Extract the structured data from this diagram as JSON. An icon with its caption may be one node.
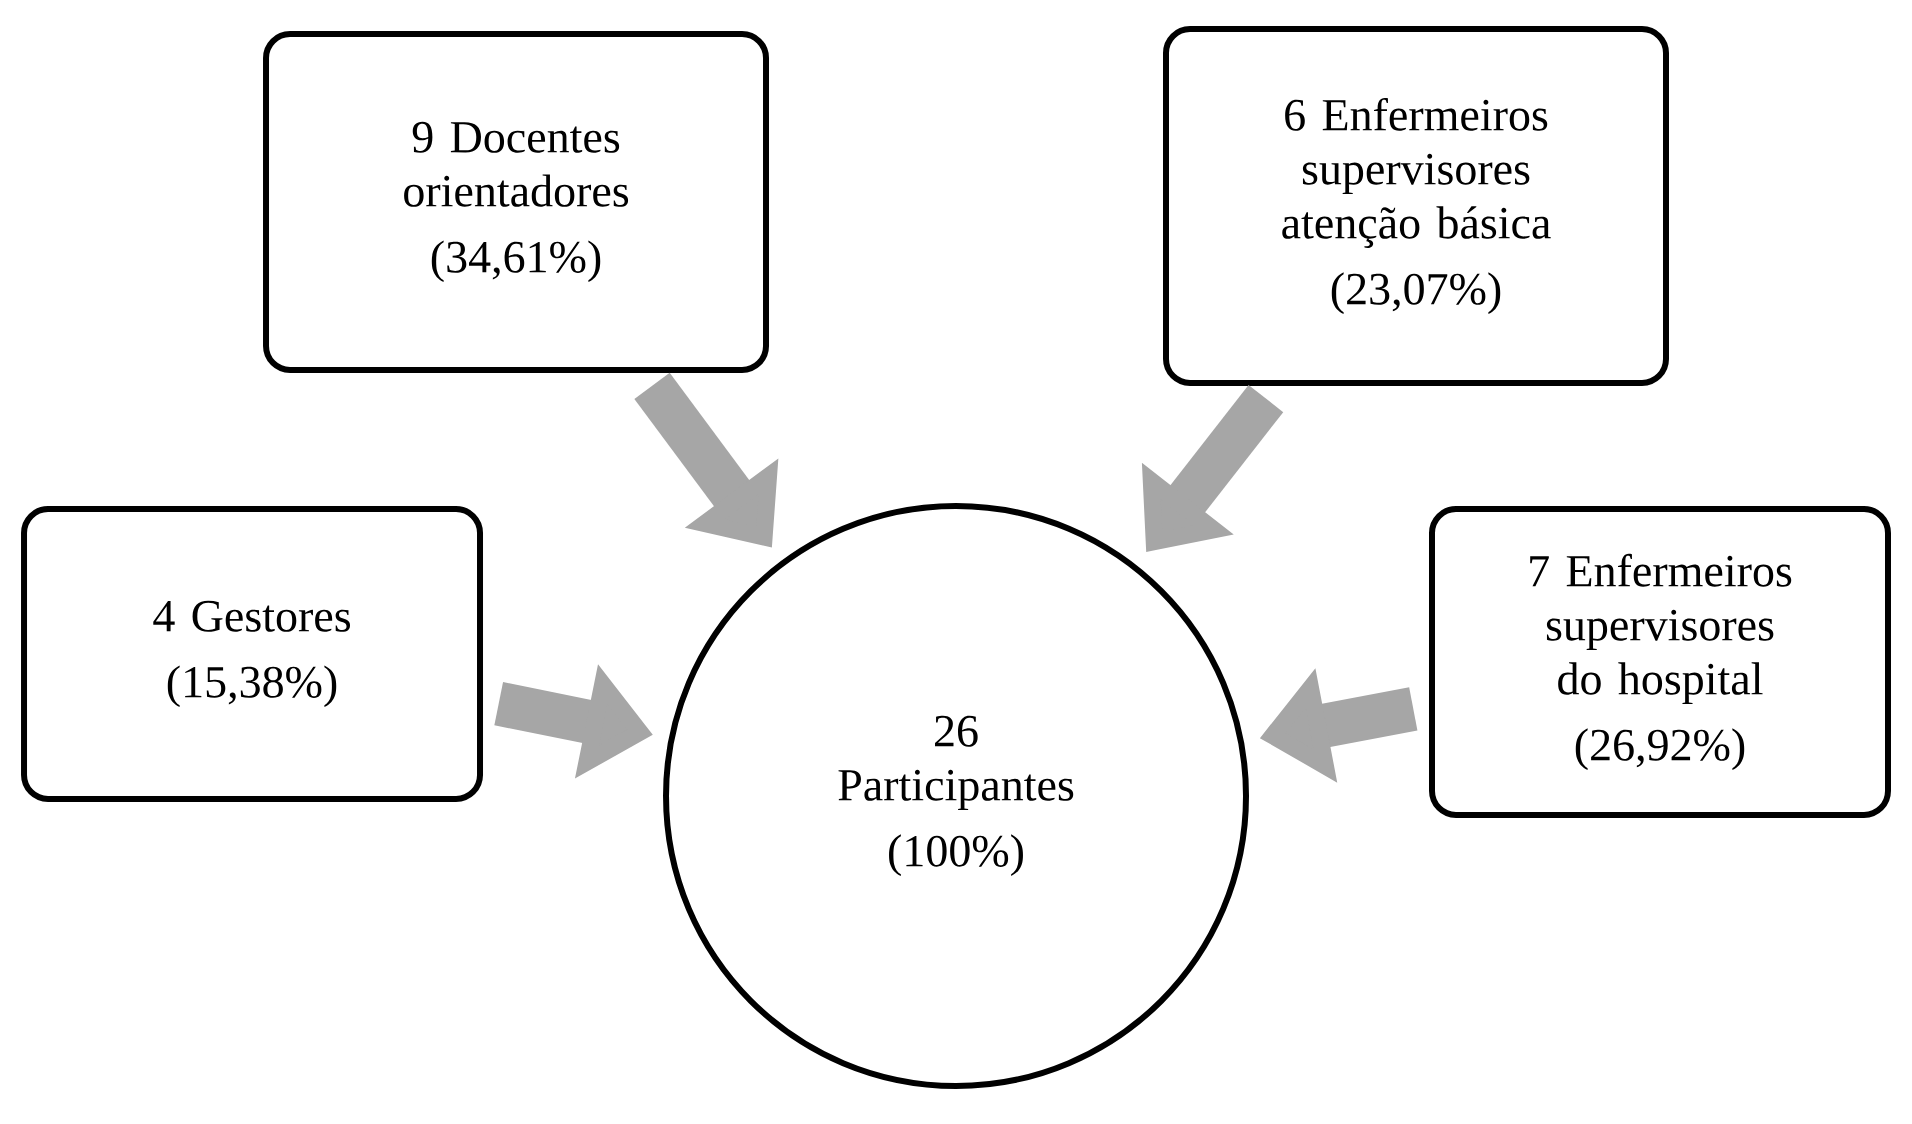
{
  "diagram": {
    "nodes": [
      {
        "text": [
          "9 Docentes orientadores",
          "(34,61%)"
        ]
      },
      {
        "text": [
          "6 Enfermeiros supervisores atenção básica",
          "(23,07%)"
        ]
      },
      {
        "text": [
          "4 Gestores",
          "(15,38%)"
        ]
      },
      {
        "text": [
          "7 Enfermeiros supervisores do hospital",
          "(26,92%)"
        ]
      },
      {
        "text": [
          "26 Participantes",
          "(100%)"
        ]
      }
    ],
    "edges": [
      {
        "from": 0,
        "to": 4,
        "arrow": "to"
      },
      {
        "from": 1,
        "to": 4,
        "arrow": "to"
      },
      {
        "from": 2,
        "to": 4,
        "arrow": "to"
      },
      {
        "from": 3,
        "to": 4,
        "arrow": "to"
      }
    ]
  }
}
